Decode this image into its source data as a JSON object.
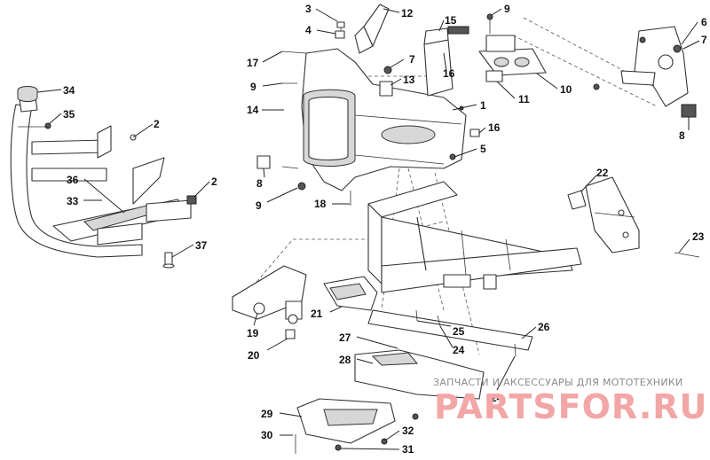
{
  "watermark": {
    "tagline": "ЗАПЧАСТИ И АКСЕССУАРЫ ДЛЯ МОТОТЕХНИКИ",
    "brand": "PARTSFOR.RU",
    "brand_color": "#f2a6a6"
  },
  "callouts": {
    "c1": "1",
    "c2a": "2",
    "c2b": "2",
    "c3": "3",
    "c4": "4",
    "c5": "5",
    "c6": "6",
    "c7a": "7",
    "c7b": "7",
    "c8a": "8",
    "c8b": "8",
    "c9a": "9",
    "c9b": "9",
    "c9c": "9",
    "c10": "10",
    "c11": "11",
    "c12": "12",
    "c13": "13",
    "c14": "14",
    "c15": "15",
    "c16a": "16",
    "c16b": "16",
    "c17": "17",
    "c18": "18",
    "c19": "19",
    "c20": "20",
    "c21": "21",
    "c22": "22",
    "c23": "23",
    "c24a": "24",
    "c24b": "24",
    "c25": "25",
    "c26": "26",
    "c27": "27",
    "c28": "28",
    "c29": "29",
    "c30": "30",
    "c31": "31",
    "c32": "32",
    "c33": "33",
    "c34": "34",
    "c35": "35",
    "c36": "36",
    "c37": "37"
  }
}
